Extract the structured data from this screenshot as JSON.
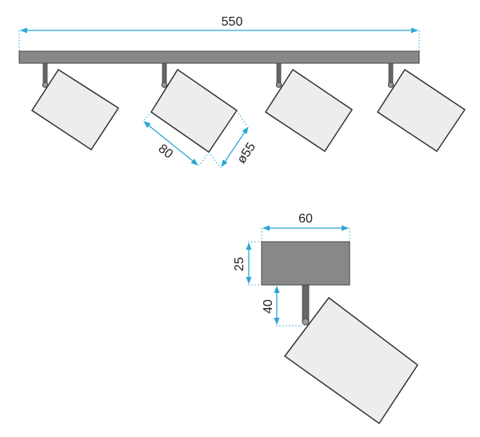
{
  "colors": {
    "dimension_line": "#2aa7d6",
    "guide_line": "#2aa7d6",
    "fixture_fill": "#888888",
    "spot_fill": "#ededed",
    "outline": "#333333",
    "text": "#222222"
  },
  "dimensions": {
    "rail_length": "550",
    "spot_length": "80",
    "spot_diameter": "ø55",
    "base_width": "60",
    "base_height": "25",
    "stem_height": "40"
  }
}
